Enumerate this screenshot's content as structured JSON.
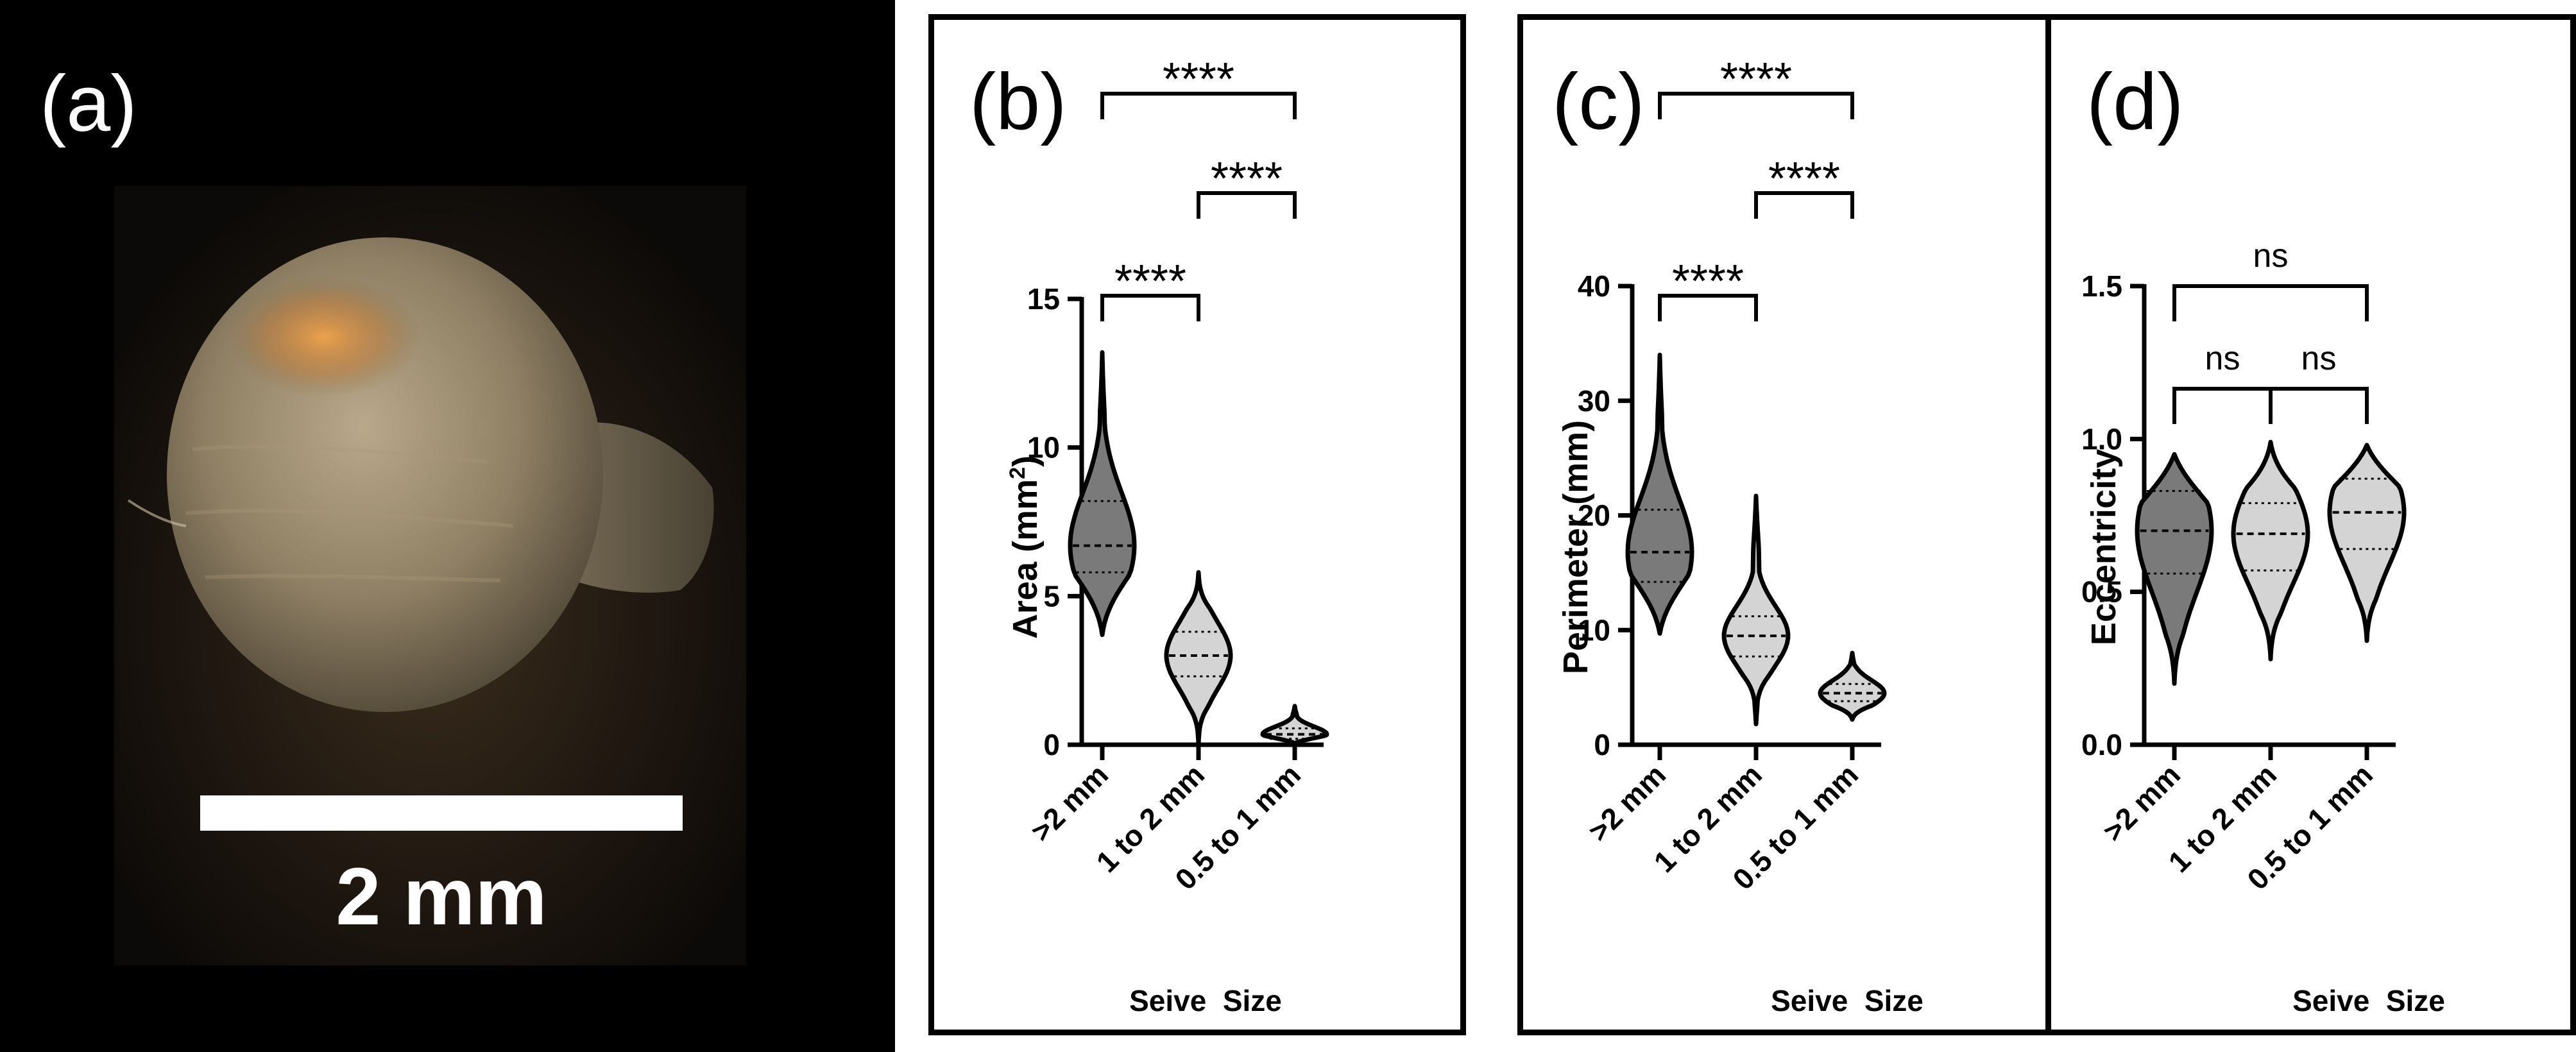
{
  "figure": {
    "panel_a": {
      "label": "(a)",
      "scale_bar_label": "2 mm"
    }
  },
  "chart_data": [
    {
      "panel": "(b)",
      "type": "violin",
      "ylabel": "Area (mm²)",
      "ylabel_base": "Area (mm",
      "ylabel_sup": "2",
      "ylabel_end": ")",
      "xlabel": "Seive  Size",
      "categories": [
        ">2 mm",
        "1 to 2 mm",
        "0.5 to 1 mm"
      ],
      "ylim": [
        0,
        15
      ],
      "yticks": [
        0,
        5,
        10,
        15
      ],
      "series": [
        {
          "min": 3.7,
          "q1": 5.8,
          "median": 6.7,
          "q3": 8.2,
          "max": 13.2,
          "fill": "#7a7a7a"
        },
        {
          "min": 0.05,
          "q1": 2.3,
          "median": 3.0,
          "q3": 3.8,
          "max": 5.8,
          "fill": "#d4d4d4"
        },
        {
          "min": 0.05,
          "q1": 0.2,
          "median": 0.35,
          "q3": 0.55,
          "max": 1.3,
          "fill": "#d4d4d4"
        }
      ],
      "comparisons": [
        {
          "from": 0,
          "to": 1,
          "label": "****"
        },
        {
          "from": 1,
          "to": 2,
          "label": "****"
        },
        {
          "from": 0,
          "to": 2,
          "label": "****"
        }
      ]
    },
    {
      "panel": "(c)",
      "type": "violin",
      "ylabel": "Perimeter (mm)",
      "xlabel": "Seive  Size",
      "categories": [
        ">2 mm",
        "1 to 2 mm",
        "0.5 to 1 mm"
      ],
      "ylim": [
        0,
        40
      ],
      "yticks": [
        0,
        10,
        20,
        30,
        40
      ],
      "series": [
        {
          "min": 9.7,
          "q1": 14.2,
          "median": 16.8,
          "q3": 20.5,
          "max": 34.0,
          "fill": "#7a7a7a"
        },
        {
          "min": 1.8,
          "q1": 7.7,
          "median": 9.5,
          "q3": 11.2,
          "max": 21.7,
          "fill": "#d4d4d4"
        },
        {
          "min": 2.2,
          "q1": 3.8,
          "median": 4.5,
          "q3": 5.3,
          "max": 8.0,
          "fill": "#d4d4d4"
        }
      ],
      "comparisons": [
        {
          "from": 0,
          "to": 1,
          "label": "****"
        },
        {
          "from": 1,
          "to": 2,
          "label": "****"
        },
        {
          "from": 0,
          "to": 2,
          "label": "****"
        }
      ]
    },
    {
      "panel": "(d)",
      "type": "violin",
      "ylabel": "Eccentricity",
      "xlabel": "Seive  Size",
      "categories": [
        ">2 mm",
        "1 to 2 mm",
        "0.5 to 1 mm"
      ],
      "ylim": [
        0,
        1.5
      ],
      "yticks": [
        "0.0",
        "0.5",
        "1.0",
        "1.5"
      ],
      "series": [
        {
          "min": 0.2,
          "q1": 0.56,
          "median": 0.7,
          "q3": 0.83,
          "max": 0.95,
          "fill": "#7a7a7a"
        },
        {
          "min": 0.28,
          "q1": 0.57,
          "median": 0.69,
          "q3": 0.79,
          "max": 0.99,
          "fill": "#d4d4d4"
        },
        {
          "min": 0.34,
          "q1": 0.64,
          "median": 0.76,
          "q3": 0.87,
          "max": 0.98,
          "fill": "#d4d4d4"
        }
      ],
      "comparisons": [
        {
          "from": 0,
          "to": 1,
          "label": "ns"
        },
        {
          "from": 1,
          "to": 2,
          "label": "ns"
        },
        {
          "from": 0,
          "to": 2,
          "label": "ns"
        }
      ]
    }
  ]
}
